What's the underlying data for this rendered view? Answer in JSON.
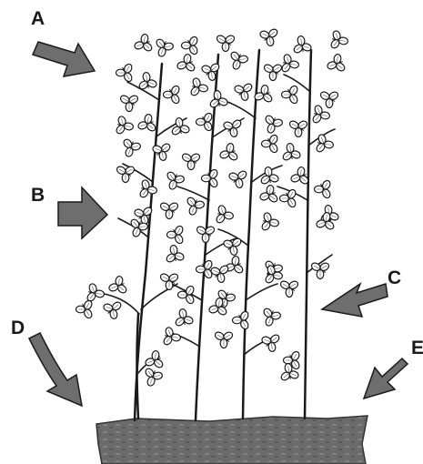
{
  "labels": {
    "a": "A",
    "b": "B",
    "c": "C",
    "d": "D",
    "e": "E"
  },
  "colors": {
    "ink": "#1a1a1a",
    "arrow_fill": "#6e6e6e",
    "soil": "#6b6b6b",
    "leaf_fill": "#ffffff"
  }
}
